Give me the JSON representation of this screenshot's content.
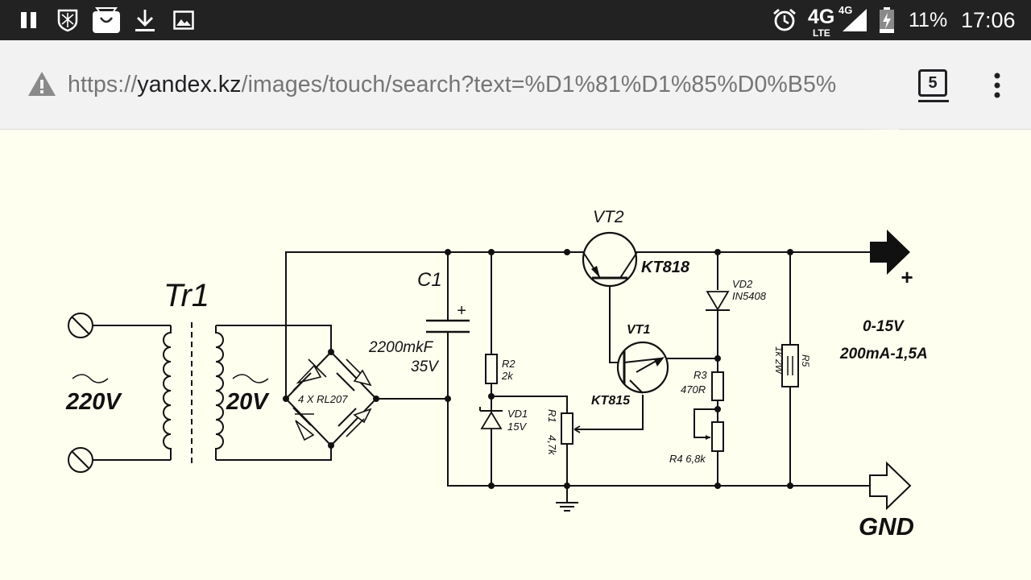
{
  "status_bar": {
    "battery_percent": "11%",
    "time": "17:06",
    "network": "4G",
    "network_small": "4G",
    "network_sub": "LTE",
    "icons": [
      "pause-icon",
      "shield-icon",
      "shopping-bag-icon",
      "download-icon",
      "image-icon",
      "alarm-icon",
      "signal-icon",
      "battery-charging-icon"
    ]
  },
  "browser": {
    "url_prefix": "https://",
    "url_domain": "yandex.kz",
    "url_rest": "/images/touch/search?text=%D1%81%D1%85%D0%B5%",
    "tab_count": "5",
    "icons": [
      "warning-icon",
      "menu-icon"
    ]
  },
  "schematic": {
    "labels": {
      "tr1": "Tr1",
      "v220": "220V",
      "v20": "20V",
      "bridge": "4 X RL207",
      "c1": "C1",
      "c1_plus": "+",
      "c1_value": "2200mkF",
      "c1_voltage": "35V",
      "vt2": "VT2",
      "vt2_type": "KT818",
      "vt1": "VT1",
      "vt1_type": "KT815",
      "r2": "R2",
      "r2_value": "2k",
      "vd1": "VD1",
      "vd1_value": "15V",
      "r1": "R1",
      "r1_value": "4,7k",
      "vd2": "VD2",
      "vd2_value": "IN5408",
      "r3": "R3",
      "r3_value": "470R",
      "r4": "R4 6,8k",
      "r5": "R5",
      "r5_value": "1k 2W",
      "out_plus": "+",
      "out_range": "0-15V",
      "out_current": "200mA-1,5A",
      "gnd": "GND"
    }
  }
}
